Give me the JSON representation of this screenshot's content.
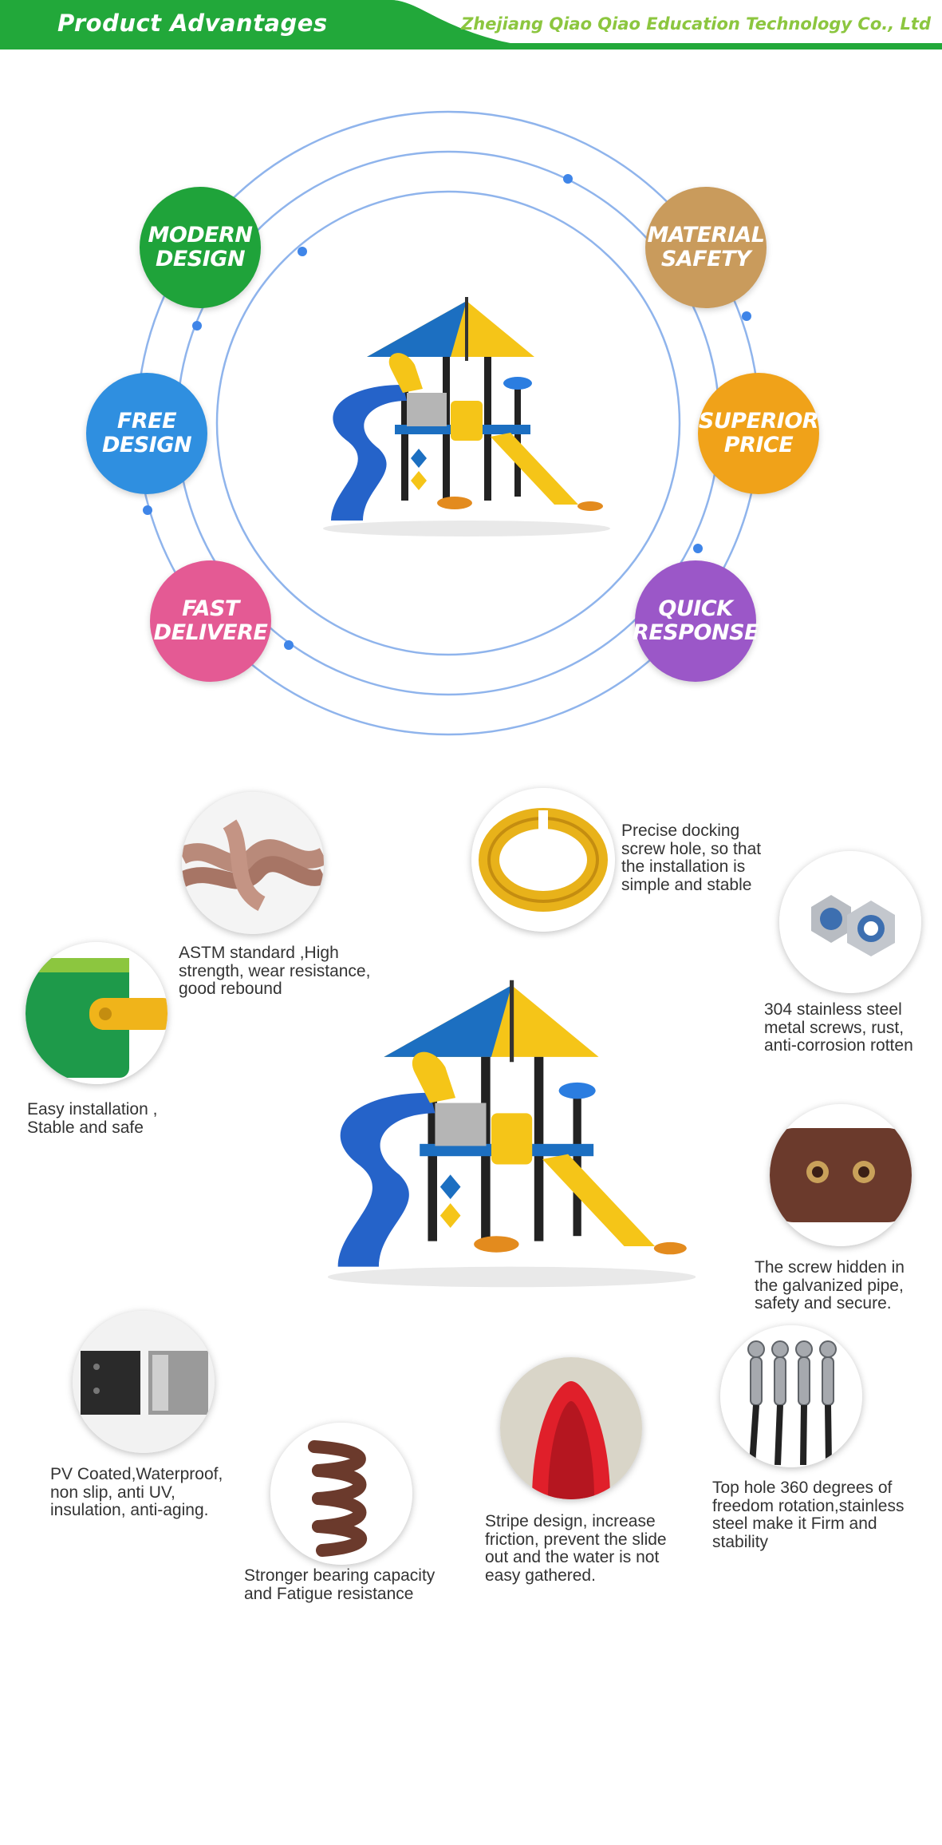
{
  "header": {
    "title": "Product Advantages",
    "company": "Zhejiang Qiao Qiao Education Technology Co., Ltd"
  },
  "advantages": [
    {
      "label": "MODERN\nDESIGN",
      "color": "#1fa33a"
    },
    {
      "label": "FREE\nDESIGN",
      "color": "#2f8fe0"
    },
    {
      "label": "FAST\nDELIVERE",
      "color": "#e45a94"
    },
    {
      "label": "MATERIAL\nSAFETY",
      "color": "#c99b5c"
    },
    {
      "label": "SUPERIOR\nPRICE",
      "color": "#f0a219"
    },
    {
      "label": "QUICK\nRESPONSE",
      "color": "#9b57c8"
    }
  ],
  "features": [
    {
      "caption": "ASTM standard ,High\nstrength, wear resistance,\ngood rebound",
      "icon": "rope-knot-icon"
    },
    {
      "caption": "Precise docking\nscrew hole, so that\nthe installation is\nsimple and stable",
      "icon": "clamp-ring-icon"
    },
    {
      "caption": "304 stainless steel\nmetal screws, rust,\nanti-corrosion rotten",
      "icon": "nut-icon"
    },
    {
      "caption": "Easy installation ,\nStable and safe",
      "icon": "panel-joint-icon"
    },
    {
      "caption": "The screw hidden in\nthe galvanized pipe,\nsafety and secure.",
      "icon": "hidden-screw-icon"
    },
    {
      "caption": "PV Coated,Waterproof,\nnon slip, anti UV,\ninsulation, anti-aging.",
      "icon": "coated-platform-icon"
    },
    {
      "caption": "Stronger bearing capacity\nand Fatigue resistance",
      "icon": "spring-icon"
    },
    {
      "caption": "Stripe design, increase\nfriction, prevent the slide\nout and the water is not\neasy gathered.",
      "icon": "slide-stripe-icon"
    },
    {
      "caption": "Top hole 360 degrees of\nfreedom rotation,stainless\nsteel make it Firm and\nstability",
      "icon": "swivel-hook-icon"
    }
  ],
  "images": {
    "playground_main": "playground-illustration",
    "playground_detail": "playground-illustration"
  }
}
